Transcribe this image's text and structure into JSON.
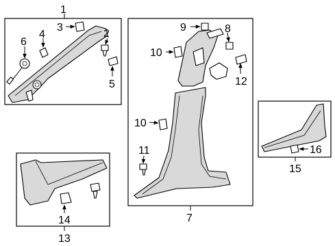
{
  "callouts": {
    "c1": "1",
    "c2": "2",
    "c3": "3",
    "c4": "4",
    "c5": "5",
    "c6": "6",
    "c7": "7",
    "c8": "8",
    "c9": "9",
    "c10": "10",
    "c11": "11",
    "c12": "12",
    "c13": "13",
    "c14": "14",
    "c15": "15",
    "c16": "16"
  },
  "colors": {
    "line": "#000000",
    "part_fill": "#ffffff",
    "shaded_part": "#d9d9d9",
    "background": "#ffffff"
  }
}
